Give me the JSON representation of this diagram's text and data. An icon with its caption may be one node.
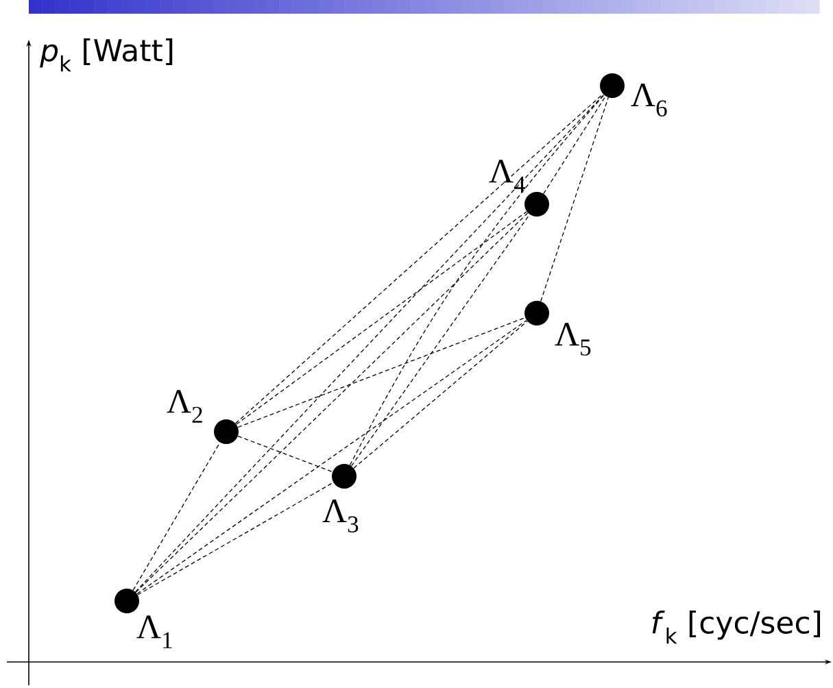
{
  "diagram": {
    "nodes": [
      {
        "text": [],
        "shape": "circle",
        "beside": [
          "Λ$_{1}$"
        ]
      },
      {
        "text": [],
        "shape": "circle",
        "beside": [
          "Λ$_{2}$"
        ]
      },
      {
        "text": [],
        "shape": "circle",
        "beside": [
          "Λ$_{3}$"
        ]
      },
      {
        "text": [],
        "shape": "circle",
        "beside": [
          "Λ$_{4}$"
        ]
      },
      {
        "text": [],
        "shape": "circle",
        "beside": [
          "Λ$_{5}$"
        ]
      },
      {
        "text": [],
        "shape": "circle",
        "beside": [
          "Λ$_{6}$"
        ]
      }
    ],
    "edges": [
      {
        "from": 0,
        "to": 1,
        "arrow": "none"
      },
      {
        "from": 0,
        "to": 2,
        "arrow": "none"
      },
      {
        "from": 0,
        "to": 3,
        "arrow": "none"
      },
      {
        "from": 0,
        "to": 4,
        "arrow": "none"
      },
      {
        "from": 0,
        "to": 5,
        "arrow": "none"
      },
      {
        "from": 1,
        "to": 2,
        "arrow": "none"
      },
      {
        "from": 1,
        "to": 3,
        "arrow": "none"
      },
      {
        "from": 1,
        "to": 4,
        "arrow": "none"
      },
      {
        "from": 1,
        "to": 5,
        "arrow": "none"
      },
      {
        "from": 2,
        "to": 3,
        "arrow": "none"
      },
      {
        "from": 2,
        "to": 4,
        "arrow": "none"
      },
      {
        "from": 2,
        "to": 5,
        "arrow": "none"
      },
      {
        "from": 3,
        "to": 5,
        "arrow": "none"
      },
      {
        "from": 4,
        "to": 5,
        "arrow": "none"
      }
    ],
    "labels": [
      "*p*$_{k}$ [Watt]",
      "*f*$_{k}$ [cyc/sec]"
    ]
  }
}
